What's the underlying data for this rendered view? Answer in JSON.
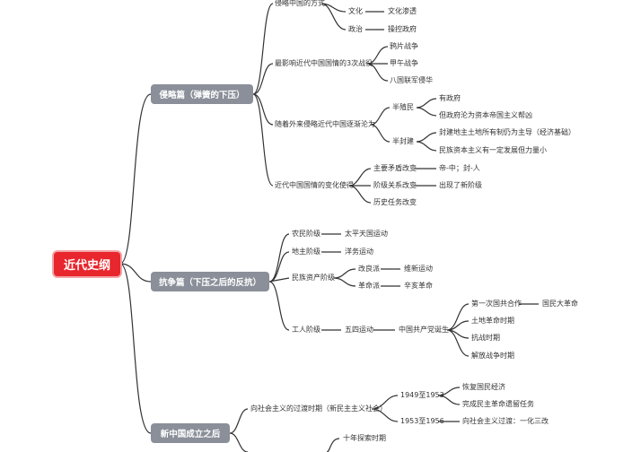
{
  "root": "近代史纲",
  "branches": [
    {
      "label": "侵略篇（弹簧的下压）",
      "children": [
        {
          "label": "侵略中国的方式",
          "children": [
            {
              "label": "文化",
              "children": [
                {
                  "label": "文化渗透"
                }
              ]
            },
            {
              "label": "政治",
              "children": [
                {
                  "label": "操控政府"
                }
              ]
            }
          ]
        },
        {
          "label": "最影响近代中国国情的3次战役",
          "children": [
            {
              "label": "鸦片战争"
            },
            {
              "label": "甲午战争"
            },
            {
              "label": "八国联军侵华"
            }
          ]
        },
        {
          "label": "随着外来侵略近代中国逐渐沦为",
          "children": [
            {
              "label": "半殖民",
              "children": [
                {
                  "label": "有政府"
                },
                {
                  "label": "但政府沦为资本帝国主义帮凶"
                }
              ]
            },
            {
              "label": "半封建",
              "children": [
                {
                  "label": "封建地主土地所有制仍为主导（经济基础）"
                },
                {
                  "label": "民族资本主义有一定发展但力量小"
                }
              ]
            }
          ]
        },
        {
          "label": "近代中国国情的变化使得",
          "children": [
            {
              "label": "主要矛盾改变",
              "children": [
                {
                  "label": "帝-中；封-人"
                }
              ]
            },
            {
              "label": "阶级关系改变",
              "children": [
                {
                  "label": "出现了新阶级"
                }
              ]
            },
            {
              "label": "历史任务改变"
            }
          ]
        }
      ]
    },
    {
      "label": "抗争篇（下压之后的反抗）",
      "children": [
        {
          "label": "农民阶级",
          "children": [
            {
              "label": "太平天国运动"
            }
          ]
        },
        {
          "label": "地主阶级",
          "children": [
            {
              "label": "洋务运动"
            }
          ]
        },
        {
          "label": "民族资产阶级",
          "children": [
            {
              "label": "改良派",
              "children": [
                {
                  "label": "维新运动"
                }
              ]
            },
            {
              "label": "革命派",
              "children": [
                {
                  "label": "辛亥革命"
                }
              ]
            }
          ]
        },
        {
          "label": "工人阶级",
          "children": [
            {
              "label": "五四运动",
              "children": [
                {
                  "label": "中国共产党诞生",
                  "children": [
                    {
                      "label": "第一次国共合作",
                      "children": [
                        {
                          "label": "国民大革命"
                        }
                      ]
                    },
                    {
                      "label": "土地革命时期"
                    },
                    {
                      "label": "抗战时期"
                    },
                    {
                      "label": "解放战争时期"
                    }
                  ]
                }
              ]
            }
          ]
        }
      ]
    },
    {
      "label": "新中国成立之后",
      "children": [
        {
          "label": "向社会主义的过渡时期（新民主主义社会）",
          "children": [
            {
              "label": "1949至1953",
              "children": [
                {
                  "label": "恢复国民经济"
                },
                {
                  "label": "完成民主革命遗留任务"
                }
              ]
            },
            {
              "label": "1953至1956",
              "children": [
                {
                  "label": "向社会主义过渡：一化三改"
                }
              ]
            }
          ]
        },
        {
          "label": "",
          "children": [
            {
              "label": "十年探索时期"
            }
          ]
        }
      ]
    }
  ],
  "colors": {
    "root": "#e8262d",
    "main": "#8a8f99",
    "line": "#333333"
  }
}
